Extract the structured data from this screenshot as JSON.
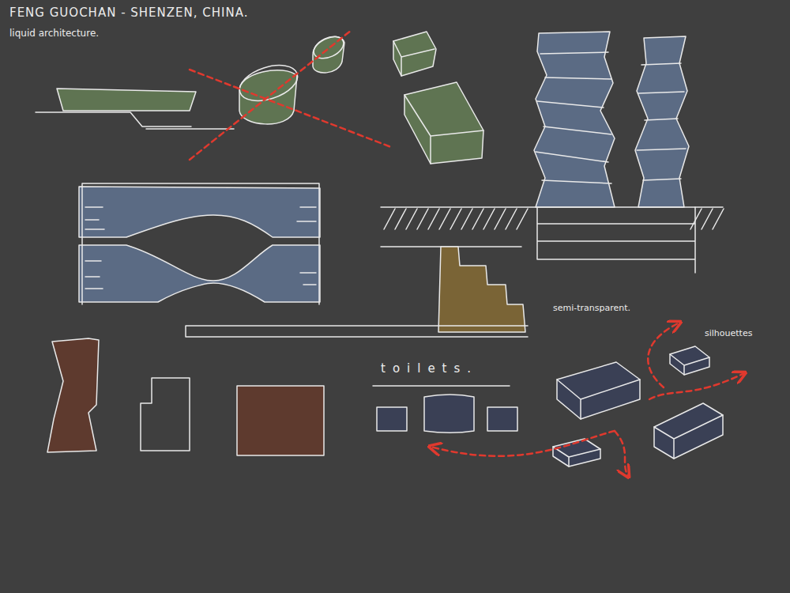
{
  "diagram": {
    "title": "FENG GUOCHAN - SHENZEN, CHINA.",
    "labels": [
      "liquid architecture.",
      "toilets.",
      "semi-transparent.",
      "silhouettes"
    ]
  }
}
